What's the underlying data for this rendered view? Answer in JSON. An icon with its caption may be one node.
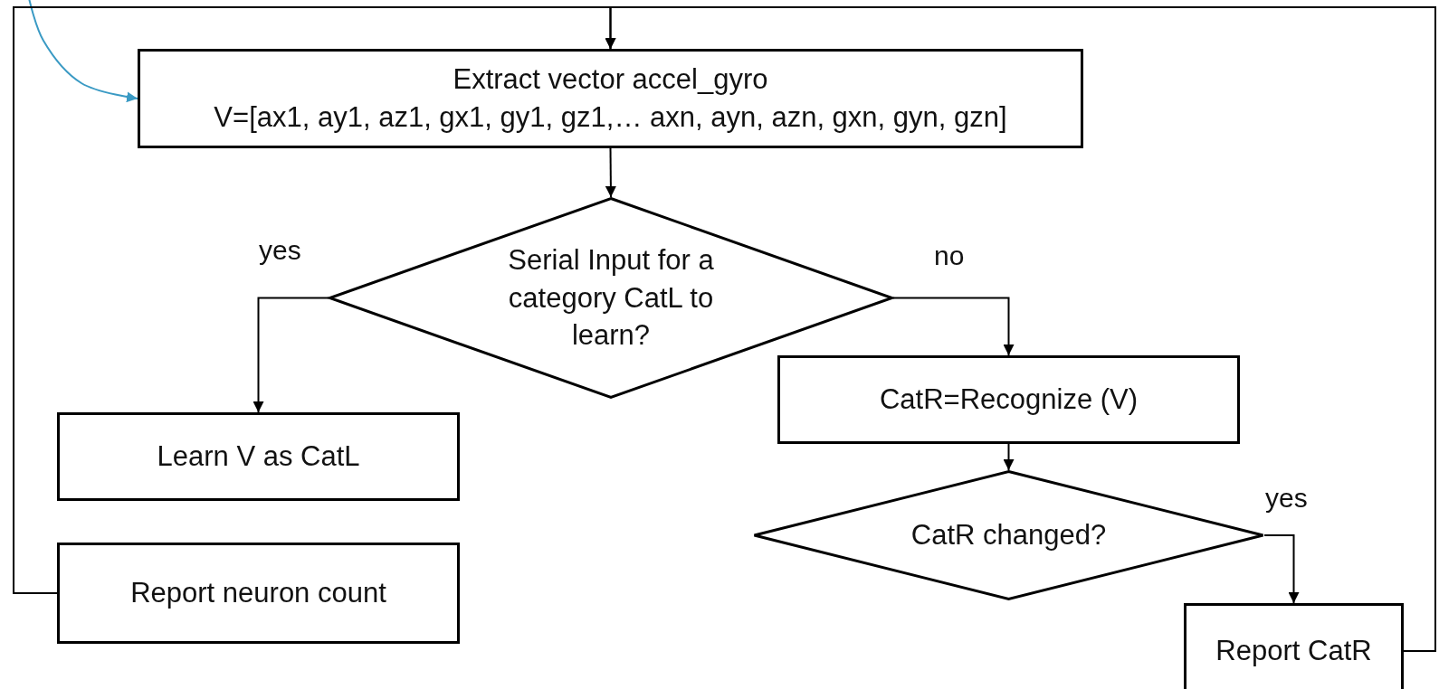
{
  "diagram": {
    "nodes": [
      {
        "text": [
          "Extract vector accel_gyro",
          "V=[ax1, ay1, az1, gx1, gy1, gz1,… axn, ayn, azn, gxn, gyn, gzn]"
        ]
      },
      {
        "text": [
          "Serial Input for a category CatL to learn?"
        ]
      },
      {
        "text": [
          "Learn V as CatL"
        ]
      },
      {
        "text": [
          "Report neuron count"
        ]
      },
      {
        "text": [
          "CatR=Recognize (V)"
        ]
      },
      {
        "text": [
          "CatR changed?"
        ]
      },
      {
        "text": [
          "Report CatR"
        ]
      }
    ],
    "edges": [
      {
        "from": null,
        "to": 0,
        "arrow": "to",
        "color": "#3a9ac4"
      },
      {
        "from": 3,
        "to": 0,
        "arrow": "to"
      },
      {
        "from": 6,
        "to": 0,
        "arrow": "to"
      },
      {
        "from": 0,
        "to": 1,
        "arrow": "to"
      },
      {
        "from": 1,
        "to": 2,
        "arrow": "to",
        "label": "yes"
      },
      {
        "from": 1,
        "to": 4,
        "arrow": "to",
        "label": "no"
      },
      {
        "from": 4,
        "to": 5,
        "arrow": "to"
      },
      {
        "from": 5,
        "to": 6,
        "arrow": "to",
        "label": "yes"
      }
    ]
  }
}
